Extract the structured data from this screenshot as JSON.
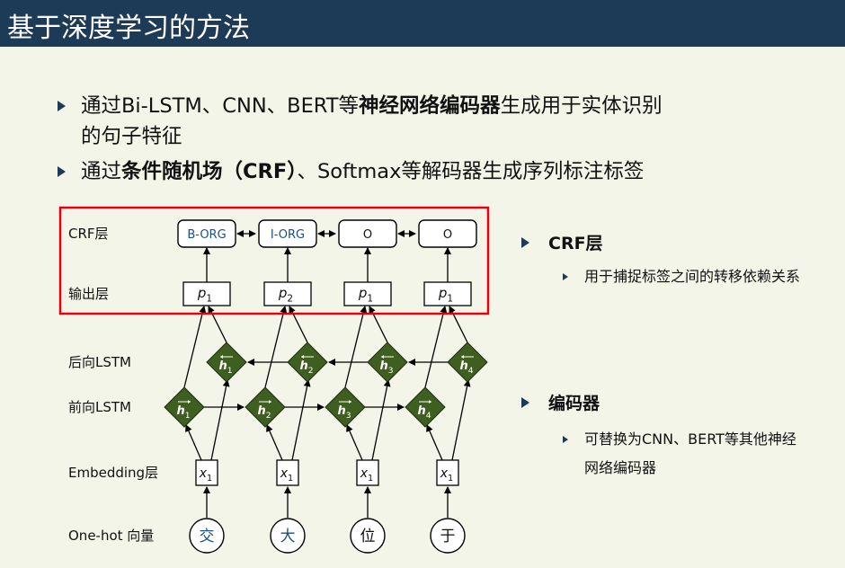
{
  "slide": {
    "title": "基于深度学习的方法",
    "bullet1": {
      "pre": "通过Bi-LSTM、CNN、BERT等",
      "bold": "神经网络编码器",
      "post": "生成用于实体识别",
      "line2": "的句子特征"
    },
    "bullet2": {
      "pre": "通过",
      "bold": "条件随机场（CRF）",
      "post": "、Softmax等解码器生成序列标注标签"
    }
  },
  "side": {
    "crf": {
      "heading": "CRF层",
      "text": "用于捕捉标签之间的转移依赖关系"
    },
    "encoder": {
      "heading": "编码器",
      "line1": "可替换为CNN、BERT等其他神经",
      "line2": "网络编码器"
    }
  },
  "diagram": {
    "colors": {
      "highlight": "#e60012",
      "node_fill": "#3f5f20",
      "label_blue": "#1b4f8a",
      "title_bar": "#1d3b57"
    },
    "row_labels": {
      "crf": "CRF层",
      "output": "输出层",
      "backward": "后向LSTM",
      "forward": "前向LSTM",
      "embedding": "Embedding层",
      "onehot": "One-hot 向量"
    },
    "tags": [
      "B-ORG",
      "I-ORG",
      "O",
      "O"
    ],
    "outputs": [
      {
        "base": "p",
        "sub": "1"
      },
      {
        "base": "p",
        "sub": "2"
      },
      {
        "base": "p",
        "sub": "1"
      },
      {
        "base": "p",
        "sub": "1"
      }
    ],
    "backward_states": [
      {
        "base": "h",
        "sub": "1"
      },
      {
        "base": "h",
        "sub": "2"
      },
      {
        "base": "h",
        "sub": "3"
      },
      {
        "base": "h",
        "sub": "4"
      }
    ],
    "forward_states": [
      {
        "base": "h",
        "sub": "1"
      },
      {
        "base": "h",
        "sub": "2"
      },
      {
        "base": "h",
        "sub": "3"
      },
      {
        "base": "h",
        "sub": "4"
      }
    ],
    "embeddings": [
      {
        "base": "x",
        "sub": "1"
      },
      {
        "base": "x",
        "sub": "1"
      },
      {
        "base": "x",
        "sub": "1"
      },
      {
        "base": "x",
        "sub": "1"
      }
    ],
    "tokens": [
      "交",
      "大",
      "位",
      "于"
    ]
  }
}
